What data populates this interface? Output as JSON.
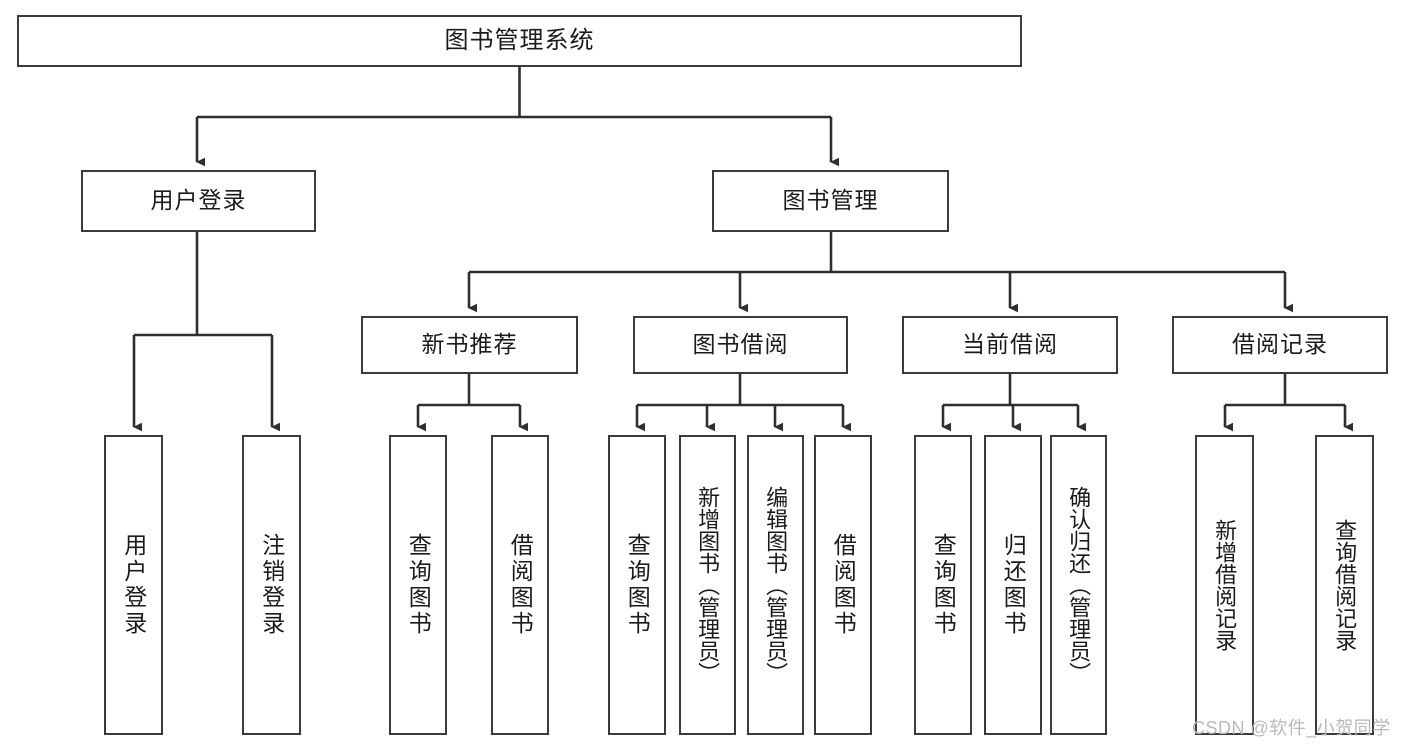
{
  "diagram": {
    "title": "图书管理系统",
    "type": "tree-hierarchy-chart",
    "colors": {
      "box_border": "#3b3b3b",
      "box_fill": "#ffffff",
      "edge": "#2f2f2f",
      "text": "#1b1b1b",
      "watermark": "#b9b9b9",
      "background": "#ffffff"
    },
    "watermark": "CSDN @软件_小贺同学"
  },
  "nodes": {
    "root": {
      "label": "图书管理系统"
    },
    "level2": [
      {
        "id": "user-login",
        "label": "用户登录"
      },
      {
        "id": "book-manage",
        "label": "图书管理"
      }
    ],
    "level3": [
      {
        "id": "new-book-recommend",
        "label": "新书推荐"
      },
      {
        "id": "book-borrow",
        "label": "图书借阅"
      },
      {
        "id": "current-borrow",
        "label": "当前借阅"
      },
      {
        "id": "borrow-record",
        "label": "借阅记录"
      }
    ],
    "leaves": {
      "user_login": [
        {
          "id": "leaf-user-login",
          "label": "用户登录"
        },
        {
          "id": "leaf-user-logout",
          "label": "注销登录"
        }
      ],
      "new_book_recommend": [
        {
          "id": "leaf-query-book-1",
          "label": "查询图书"
        },
        {
          "id": "leaf-borrow-book-1",
          "label": "借阅图书"
        }
      ],
      "book_borrow": [
        {
          "id": "leaf-query-book-2",
          "label": "查询图书"
        },
        {
          "id": "leaf-add-book",
          "label": "新增图书（管理员）"
        },
        {
          "id": "leaf-edit-book",
          "label": "编辑图书（管理员）"
        },
        {
          "id": "leaf-borrow-book-2",
          "label": "借阅图书"
        }
      ],
      "current_borrow": [
        {
          "id": "leaf-query-book-3",
          "label": "查询图书"
        },
        {
          "id": "leaf-return-book",
          "label": "归还图书"
        },
        {
          "id": "leaf-confirm-return",
          "label": "确认归还（管理员）"
        }
      ],
      "borrow_record": [
        {
          "id": "leaf-add-record",
          "label": "新增借阅记录"
        },
        {
          "id": "leaf-query-record",
          "label": "查询借阅记录"
        }
      ]
    }
  }
}
